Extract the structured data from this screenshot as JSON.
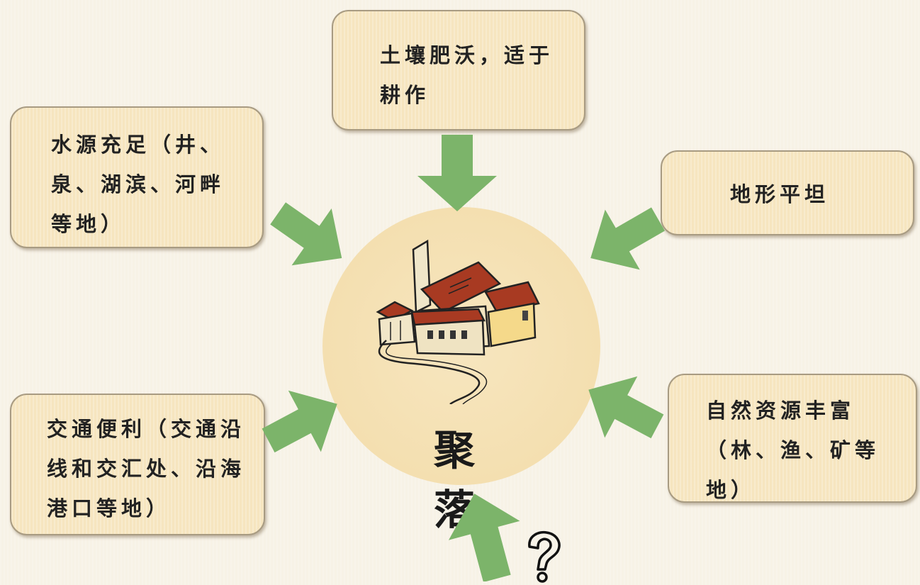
{
  "center": {
    "label": "聚 落"
  },
  "factors": {
    "soil": "土壤肥沃，适于耕作",
    "water": "水源充足（井、泉、湖滨、河畔等地）",
    "terrain": "地形平坦",
    "transport": "交通便利（交通沿线和交汇处、沿海港口等地）",
    "resources": "自然资源丰富（林、渔、矿等地）"
  },
  "unknown_factor": {
    "symbol": "?"
  },
  "colors": {
    "arrow_green": "#7cb46a",
    "box_fill": "#f6e5bf",
    "circle_fill": "#f4dfb0",
    "roof_red": "#a83a22"
  }
}
